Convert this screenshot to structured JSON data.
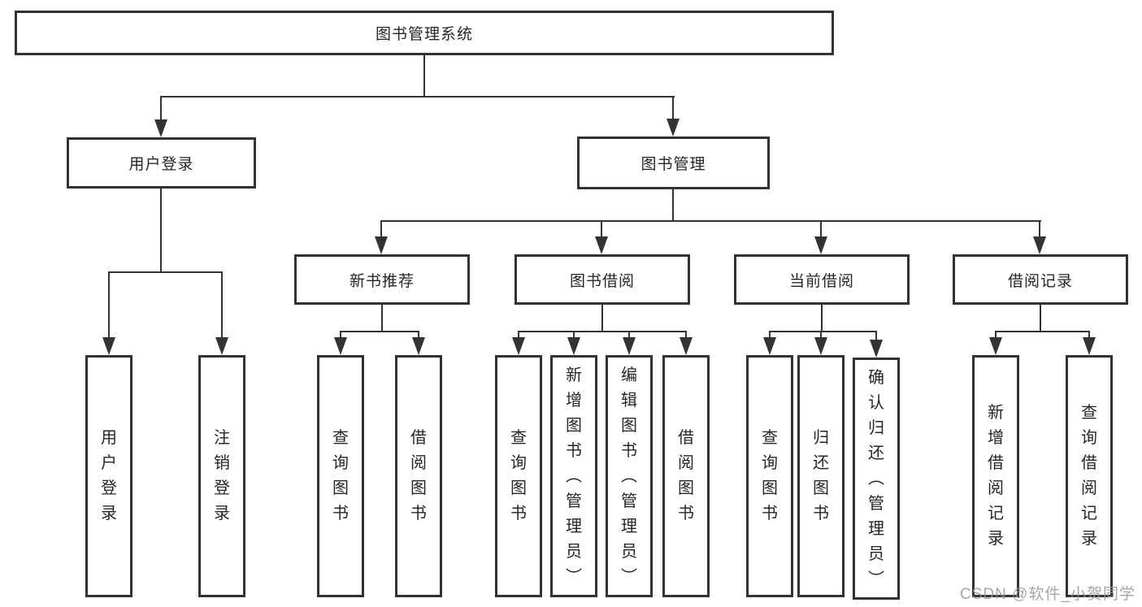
{
  "diagram": {
    "root": "图书管理系统",
    "branches": [
      {
        "label": "用户登录",
        "children": [
          "用户登录",
          "注销登录"
        ]
      },
      {
        "label": "图书管理",
        "modules": [
          {
            "label": "新书推荐",
            "children": [
              "查询图书",
              "借阅图书"
            ]
          },
          {
            "label": "图书借阅",
            "children": [
              "查询图书",
              "新增图书（管理员）",
              "编辑图书（管理员）",
              "借阅图书"
            ]
          },
          {
            "label": "当前借阅",
            "children": [
              "查询图书",
              "归还图书",
              "确认归还（管理员）"
            ]
          },
          {
            "label": "借阅记录",
            "children": [
              "新增借阅记录",
              "查询借阅记录"
            ]
          }
        ]
      }
    ]
  },
  "watermark": "CSDN @软件_小贺同学",
  "colors": {
    "line": "#333333",
    "text": "#262626",
    "watermark": "#969696"
  }
}
